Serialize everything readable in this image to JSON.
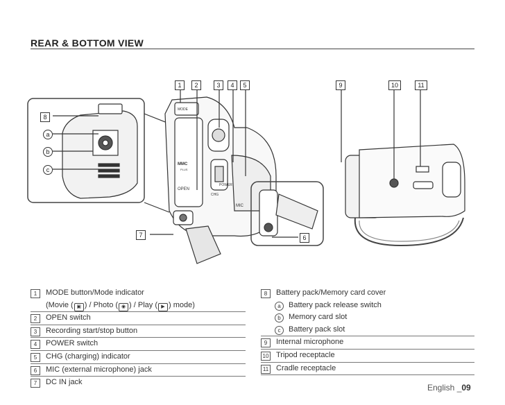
{
  "title": "REAR & BOTTOM VIEW",
  "diagram": {
    "callouts": [
      "1",
      "2",
      "3",
      "4",
      "5",
      "6",
      "7",
      "8",
      "9",
      "10",
      "11"
    ],
    "letters": [
      "a",
      "b",
      "c"
    ],
    "body_labels": {
      "mode": "MODE",
      "open": "OPEN",
      "power": "POWER",
      "chg": "CHG",
      "mic": "MIC",
      "mmc": "MMC",
      "plus": "PLUS"
    }
  },
  "left_list": [
    {
      "num": "1",
      "text": "MODE button/Mode indicator"
    },
    {
      "num": "",
      "text": "(Movie ( ) / Photo ( ) / Play ( ) mode)"
    },
    {
      "num": "2",
      "text": "OPEN switch"
    },
    {
      "num": "3",
      "text": "Recording start/stop button"
    },
    {
      "num": "4",
      "text": "POWER switch"
    },
    {
      "num": "5",
      "text": "CHG (charging) indicator"
    },
    {
      "num": "6",
      "text": "MIC (external microphone) jack"
    },
    {
      "num": "7",
      "text": "DC IN jack"
    }
  ],
  "mode_line": {
    "pre": "(Movie (",
    "mid1": ") / Photo (",
    "mid2": ") / Play (",
    "post": ") mode)"
  },
  "right_list": [
    {
      "num": "8",
      "text": "Battery pack/Memory card cover"
    },
    {
      "letter": "a",
      "text": "Battery pack release switch"
    },
    {
      "letter": "b",
      "text": "Memory card slot"
    },
    {
      "letter": "c",
      "text": "Battery pack slot"
    },
    {
      "num": "9",
      "text": "Internal microphone"
    },
    {
      "num": "10",
      "text": "Tripod receptacle"
    },
    {
      "num": "11",
      "text": "Cradle receptacle"
    }
  ],
  "footer": {
    "lang": "English _",
    "page": "09"
  }
}
